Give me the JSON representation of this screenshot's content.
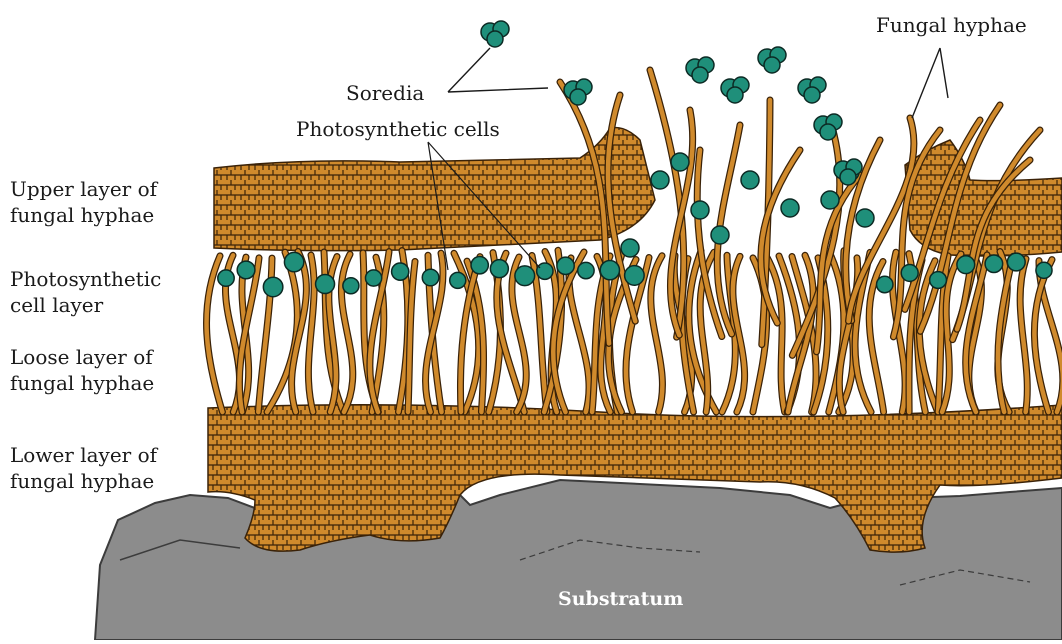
{
  "labels": {
    "upper_layer": [
      "Upper layer of",
      "fungal hyphae"
    ],
    "photo_layer": [
      "Photosynthetic",
      "cell layer"
    ],
    "loose_layer": [
      "Loose layer of",
      "fungal hyphae"
    ],
    "lower_layer": [
      "Lower layer of",
      "fungal hyphae"
    ],
    "soredia": "Soredia",
    "photosynthetic_cells": "Photosynthetic cells",
    "fungal_hyphae": "Fungal hyphae",
    "substratum": "Substratum"
  },
  "colors": {
    "hyphae": "#D08A2C",
    "hyphae_outline": "#3a2208",
    "algae": "#1F8F7A",
    "algae_outline": "#0c2a24",
    "substratum": "#8C8C8C",
    "substratum_outline": "#3c3c3c"
  }
}
